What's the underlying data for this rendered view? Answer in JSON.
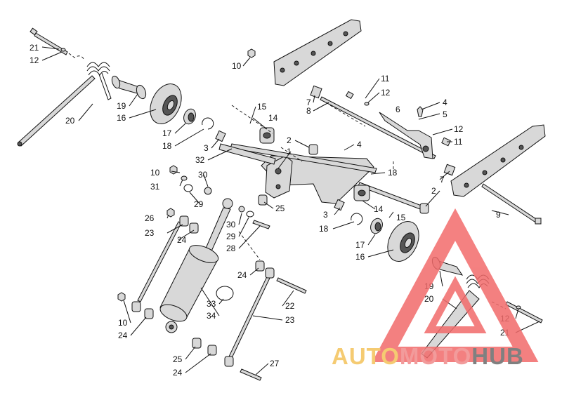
{
  "diagram": {
    "callouts": [
      {
        "id": "c21a",
        "text": "21"
      },
      {
        "id": "c12a",
        "text": "12"
      },
      {
        "id": "c20a",
        "text": "20"
      },
      {
        "id": "c19a",
        "text": "19"
      },
      {
        "id": "c16a",
        "text": "16"
      },
      {
        "id": "c17a",
        "text": "17"
      },
      {
        "id": "c18a",
        "text": "18"
      },
      {
        "id": "c3a",
        "text": "3"
      },
      {
        "id": "c32",
        "text": "32"
      },
      {
        "id": "c10a",
        "text": "10"
      },
      {
        "id": "c7a",
        "text": "7"
      },
      {
        "id": "c8",
        "text": "8"
      },
      {
        "id": "c11a",
        "text": "11"
      },
      {
        "id": "c12b",
        "text": "12"
      },
      {
        "id": "c4a",
        "text": "4"
      },
      {
        "id": "c6",
        "text": "6"
      },
      {
        "id": "c5",
        "text": "5"
      },
      {
        "id": "c12c",
        "text": "12"
      },
      {
        "id": "c11b",
        "text": "11"
      },
      {
        "id": "c15a",
        "text": "15"
      },
      {
        "id": "c14a",
        "text": "14"
      },
      {
        "id": "c2a",
        "text": "2"
      },
      {
        "id": "c1",
        "text": "1"
      },
      {
        "id": "c4b",
        "text": "4"
      },
      {
        "id": "c10b",
        "text": "10"
      },
      {
        "id": "c31",
        "text": "31"
      },
      {
        "id": "c30a",
        "text": "30"
      },
      {
        "id": "c29a",
        "text": "29"
      },
      {
        "id": "c13",
        "text": "13"
      },
      {
        "id": "c7b",
        "text": "7"
      },
      {
        "id": "c2b",
        "text": "2"
      },
      {
        "id": "c9",
        "text": "9"
      },
      {
        "id": "c25a",
        "text": "25"
      },
      {
        "id": "c26",
        "text": "26"
      },
      {
        "id": "c23a",
        "text": "23"
      },
      {
        "id": "c24a",
        "text": "24"
      },
      {
        "id": "c30b",
        "text": "30"
      },
      {
        "id": "c29b",
        "text": "29"
      },
      {
        "id": "c28",
        "text": "28"
      },
      {
        "id": "c3b",
        "text": "3"
      },
      {
        "id": "c18b",
        "text": "18"
      },
      {
        "id": "c14b",
        "text": "14"
      },
      {
        "id": "c15b",
        "text": "15"
      },
      {
        "id": "c17b",
        "text": "17"
      },
      {
        "id": "c16b",
        "text": "16"
      },
      {
        "id": "c24b",
        "text": "24"
      },
      {
        "id": "c33",
        "text": "33"
      },
      {
        "id": "c34",
        "text": "34"
      },
      {
        "id": "c22",
        "text": "22"
      },
      {
        "id": "c23b",
        "text": "23"
      },
      {
        "id": "c10c",
        "text": "10"
      },
      {
        "id": "c24c",
        "text": "24"
      },
      {
        "id": "c25b",
        "text": "25"
      },
      {
        "id": "c24d",
        "text": "24"
      },
      {
        "id": "c27",
        "text": "27"
      },
      {
        "id": "c19b",
        "text": "19"
      },
      {
        "id": "c20b",
        "text": "20"
      },
      {
        "id": "c12d",
        "text": "12"
      },
      {
        "id": "c21b",
        "text": "21"
      }
    ]
  },
  "watermark": {
    "part1": "AUTO",
    "part2": "MOTO",
    "part3": "HUB",
    "colors": {
      "triangle": "#f26b6b",
      "auto": "#f4c35a",
      "moto": "#f08a8a",
      "hub": "#6b6b6b"
    }
  }
}
